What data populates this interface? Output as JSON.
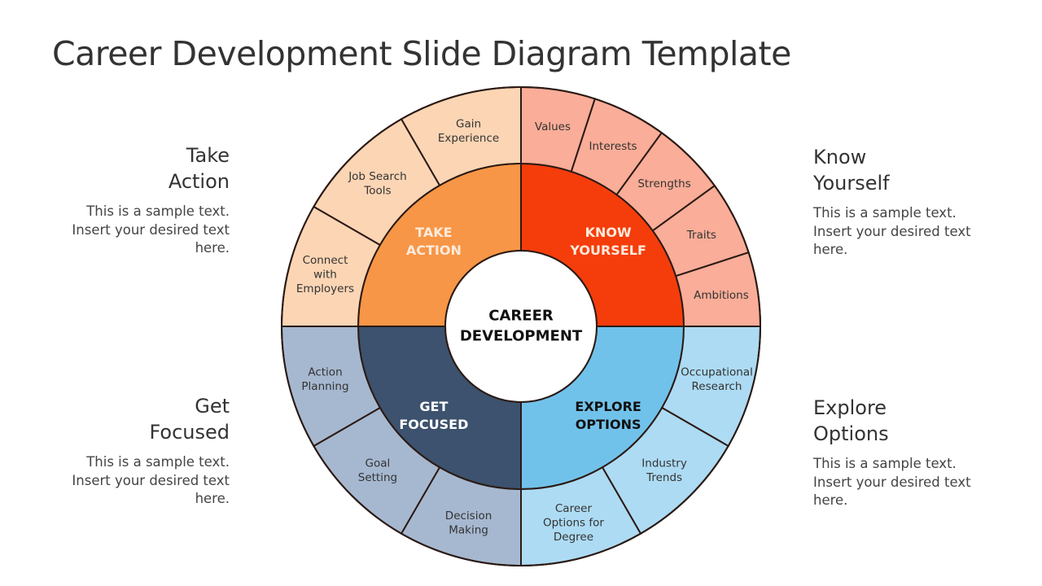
{
  "title": "Career Development Slide Diagram Template",
  "center": {
    "line1": "CAREER",
    "line2": "DEVELOPMENT"
  },
  "quadrants": [
    {
      "id": "take-action",
      "label1": "TAKE",
      "label2": "ACTION",
      "mid_color": "#F79646",
      "outer_color": "#FCD5B4",
      "label_color": "#FDEBDD",
      "segments": [
        [
          "Gain",
          "Experience"
        ],
        [
          "Job Search",
          "Tools"
        ],
        [
          "Connect",
          "with",
          "Employers"
        ]
      ]
    },
    {
      "id": "know-yourself",
      "label1": "KNOW",
      "label2": "YOURSELF",
      "mid_color": "#F53D0B",
      "outer_color": "#FAAD98",
      "label_color": "#FDEBDD",
      "segments": [
        [
          "Values"
        ],
        [
          "Interests"
        ],
        [
          "Strengths"
        ],
        [
          "Traits"
        ],
        [
          "Ambitions"
        ]
      ]
    },
    {
      "id": "explore-options",
      "label1": "EXPLORE",
      "label2": "OPTIONS",
      "mid_color": "#71C2EA",
      "outer_color": "#ADDBF3",
      "label_color": "#111111",
      "segments": [
        [
          "Occupational",
          "Research"
        ],
        [
          "Industry",
          "Trends"
        ],
        [
          "Career",
          "Options for",
          "Degree"
        ]
      ]
    },
    {
      "id": "get-focused",
      "label1": "GET",
      "label2": "FOCUSED",
      "mid_color": "#3C526E",
      "outer_color": "#A6B8D0",
      "label_color": "#FFFFFF",
      "segments": [
        [
          "Decision",
          "Making"
        ],
        [
          "Goal",
          "Setting"
        ],
        [
          "Action",
          "Planning"
        ]
      ]
    }
  ],
  "side_panels": [
    {
      "id": "take-action",
      "heading": "Take\nAction",
      "body": "This is a sample text.\nInsert your desired text\nhere."
    },
    {
      "id": "know-yourself",
      "heading": "Know\nYourself",
      "body": "This is a sample text.\nInsert your desired text\nhere."
    },
    {
      "id": "get-focused",
      "heading": "Get\nFocused",
      "body": "This is a sample text.\nInsert your desired text\nhere."
    },
    {
      "id": "explore-options",
      "heading": "Explore\nOptions",
      "body": "This is a sample text.\nInsert your desired text\nhere."
    }
  ],
  "colors": {
    "stroke": "#2B1A14",
    "center_fill": "#FFFFFF"
  }
}
